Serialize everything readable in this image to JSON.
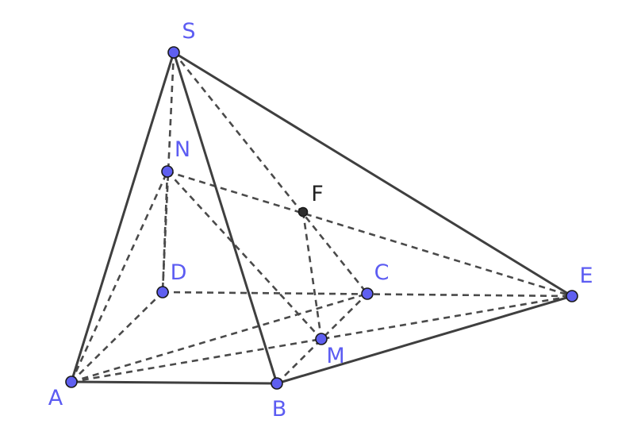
{
  "figure": {
    "colors": {
      "edge": "#3f3f3f",
      "blue_point": "#5f5ff0",
      "blue_label": "#5c5cf2",
      "dark_point": "#2e2e2e",
      "dark_label": "#222222",
      "point_outline": "#1a1a1a"
    },
    "points": [
      {
        "name": "S",
        "label": "S",
        "kind": "blue"
      },
      {
        "name": "N",
        "label": "N",
        "kind": "blue"
      },
      {
        "name": "F",
        "label": "F",
        "kind": "dark"
      },
      {
        "name": "D",
        "label": "D",
        "kind": "blue"
      },
      {
        "name": "C",
        "label": "C",
        "kind": "blue"
      },
      {
        "name": "E",
        "label": "E",
        "kind": "blue"
      },
      {
        "name": "M",
        "label": "M",
        "kind": "blue"
      },
      {
        "name": "A",
        "label": "A",
        "kind": "blue"
      },
      {
        "name": "B",
        "label": "B",
        "kind": "blue"
      }
    ],
    "solid_segments": [
      [
        "S",
        "A"
      ],
      [
        "S",
        "B"
      ],
      [
        "S",
        "E"
      ],
      [
        "A",
        "B"
      ],
      [
        "B",
        "E"
      ]
    ],
    "dashed_segments": [
      [
        "S",
        "D"
      ],
      [
        "S",
        "C"
      ],
      [
        "A",
        "D"
      ],
      [
        "D",
        "E"
      ],
      [
        "A",
        "C"
      ],
      [
        "A",
        "N"
      ],
      [
        "A",
        "E"
      ],
      [
        "N",
        "D"
      ],
      [
        "N",
        "E"
      ],
      [
        "N",
        "M"
      ],
      [
        "F",
        "M"
      ],
      [
        "B",
        "C"
      ]
    ]
  }
}
